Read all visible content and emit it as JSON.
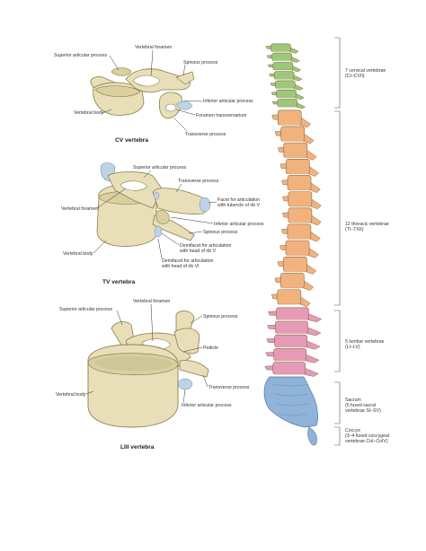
{
  "colors": {
    "bone": "#e8dfb8",
    "bone_shade": "#c9bd8a",
    "cartilage": "#bcd4e6",
    "cervical": "#9cc87a",
    "thoracic": "#f2b27e",
    "lumbar": "#e79ab5",
    "sacrum": "#8fb3d9"
  },
  "cv": {
    "caption": "CV vertebra",
    "labels": {
      "vertebral_foramen": "Vertebral foramen",
      "superior_articular_process": "Superior articular process",
      "spinous_process": "Spinous process",
      "inferior_articular_process": "Inferior articular process",
      "vertebral_body": "Vertebral body",
      "foramen_transversarium": "Foramen transversarium",
      "transverse_process": "Transverse process"
    }
  },
  "tv": {
    "caption": "TV vertebra",
    "labels": {
      "superior_articular_process": "Superior articular process",
      "transverse_process": "Transverse process",
      "facet_1": "Facet for articulation",
      "facet_2": "with tubercle of rib V",
      "vertebral_foramen": "Vertebral foramen",
      "inferior_articular_process": "Inferior articular process",
      "spinous_process": "Spinous process",
      "demifacet_v_1": "Demifacet for articulation",
      "demifacet_v_2": "with head of rib V",
      "vertebral_body": "Vertebral body",
      "demifacet_vi_1": "Demifacet for articulation",
      "demifacet_vi_2": "with head of rib VI"
    }
  },
  "lv": {
    "caption": "LIII vertebra",
    "labels": {
      "vertebral_foramen": "Vertebral foramen",
      "superior_articular_process": "Superior articular process",
      "spinous_process": "Spinous process",
      "pedicle": "Pedicle",
      "vertebral_body": "Vertebral body",
      "transverse_process": "Transverse process",
      "inferior_articular_process": "Inferior articular process"
    }
  },
  "spine": {
    "cervical_1": "7 cervical vertebrae",
    "cervical_2": "(CI–CVII)",
    "thoracic_1": "12 thoracic vertebrae",
    "thoracic_2": "(TI–TXII)",
    "lumbar_1": "5 lumbar vertebrae",
    "lumbar_2": "(LI–LV)",
    "sacrum_1": "Sacrum",
    "sacrum_2": "(5 fused sacral",
    "sacrum_3": "vertebrae SI–SV)",
    "coccyx_1": "Coccyx",
    "coccyx_2": "(3–4 fused coccygeal",
    "coccyx_3": "vertebrae CoI–CoIV)"
  }
}
